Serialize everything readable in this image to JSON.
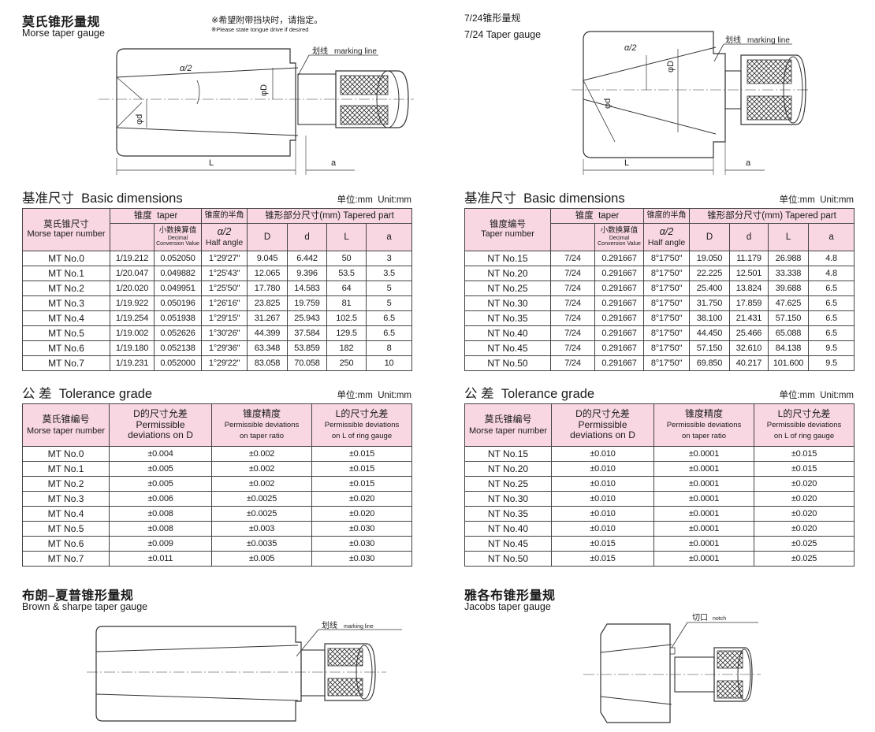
{
  "morse_gauge": {
    "title_zh": "莫氏锥形量规",
    "title_en": "Morse taper gauge",
    "note_zh": "※希望附带挡块时，请指定。",
    "note_en": "※Please state tongue drive if desired",
    "label_alpha": "α/2",
    "label_D": "φD",
    "label_d": "φd",
    "label_marking_zh": "划线",
    "label_marking_en": "marking line",
    "label_L": "L",
    "label_a": "a"
  },
  "taper724_gauge": {
    "title_zh": "7/24锥形量规",
    "title_en": "7/24 Taper gauge",
    "label_alpha": "α/2",
    "label_D": "φD",
    "label_d": "φd",
    "label_marking_zh": "划线",
    "label_marking_en": "marking line",
    "label_L": "L",
    "label_a": "a"
  },
  "brown_sharpe": {
    "title_zh": "布朗–夏普锥形量规",
    "title_en": "Brown & sharpe taper gauge",
    "label_marking_zh": "划线",
    "label_marking_en": "marking line"
  },
  "jacobs": {
    "title_zh": "雅各布锥形量规",
    "title_en": "Jacobs taper gauge",
    "label_notch_zh": "切口",
    "label_notch_en": "notch"
  },
  "basic_title_zh": "基准尺寸",
  "basic_title_en": "Basic dimensions",
  "tol_title_zh": "公 差",
  "tol_title_en": "Tolerance grade",
  "unit_zh": "单位:mm",
  "unit_en": "Unit:mm",
  "basic_headers": {
    "morse_number_zh": "莫氏锥尺寸",
    "morse_number_en": "Morse taper number",
    "taper_number_zh": "锥度编号",
    "taper_number_en": "Taper number",
    "taper_zh": "锥度",
    "taper_en": "taper",
    "decimal_zh": "小数换算值",
    "decimal_en1": "Decimal",
    "decimal_en2": "Conversion Value",
    "half_zh": "锥度的半角",
    "half_alpha": "α/2",
    "half_en": "Half angle",
    "tapered_zh": "锥形部分尺寸(mm)",
    "tapered_en": "Tapered part",
    "col_D": "D",
    "col_d": "d",
    "col_L": "L",
    "col_a": "a"
  },
  "tol_headers": {
    "number_zh": "莫氏锥编号",
    "number_en": "Morse taper number",
    "d_zh": "D的尺寸允差",
    "d_en1": "Permissible",
    "d_en2": "deviations on D",
    "ratio_zh": "锥度精度",
    "ratio_en1": "Permissible deviations",
    "ratio_en2": "on taper ratio",
    "l_zh": "L的尺寸允差",
    "l_en1": "Permissible deviations",
    "l_en2": "on L of ring gauge"
  },
  "morse_basic": [
    [
      "MT No.0",
      "1/19.212",
      "0.052050",
      "1°29'27\"",
      "9.045",
      "6.442",
      "50",
      "3"
    ],
    [
      "MT No.1",
      "1/20.047",
      "0.049882",
      "1°25'43\"",
      "12.065",
      "9.396",
      "53.5",
      "3.5"
    ],
    [
      "MT No.2",
      "1/20.020",
      "0.049951",
      "1°25'50\"",
      "17.780",
      "14.583",
      "64",
      "5"
    ],
    [
      "MT No.3",
      "1/19.922",
      "0.050196",
      "1°26'16\"",
      "23.825",
      "19.759",
      "81",
      "5"
    ],
    [
      "MT No.4",
      "1/19.254",
      "0.051938",
      "1°29'15\"",
      "31.267",
      "25.943",
      "102.5",
      "6.5"
    ],
    [
      "MT No.5",
      "1/19.002",
      "0.052626",
      "1°30'26\"",
      "44.399",
      "37.584",
      "129.5",
      "6.5"
    ],
    [
      "MT No.6",
      "1/19.180",
      "0.052138",
      "1°29'36\"",
      "63.348",
      "53.859",
      "182",
      "8"
    ],
    [
      "MT No.7",
      "1/19.231",
      "0.052000",
      "1°29'22\"",
      "83.058",
      "70.058",
      "250",
      "10"
    ]
  ],
  "nt_basic": [
    [
      "NT No.15",
      "7/24",
      "0.291667",
      "8°17'50\"",
      "19.050",
      "11.179",
      "26.988",
      "4.8"
    ],
    [
      "NT No.20",
      "7/24",
      "0.291667",
      "8°17'50\"",
      "22.225",
      "12.501",
      "33.338",
      "4.8"
    ],
    [
      "NT No.25",
      "7/24",
      "0.291667",
      "8°17'50\"",
      "25.400",
      "13.824",
      "39.688",
      "6.5"
    ],
    [
      "NT No.30",
      "7/24",
      "0.291667",
      "8°17'50\"",
      "31.750",
      "17.859",
      "47.625",
      "6.5"
    ],
    [
      "NT No.35",
      "7/24",
      "0.291667",
      "8°17'50\"",
      "38.100",
      "21.431",
      "57.150",
      "6.5"
    ],
    [
      "NT No.40",
      "7/24",
      "0.291667",
      "8°17'50\"",
      "44.450",
      "25.466",
      "65.088",
      "6.5"
    ],
    [
      "NT No.45",
      "7/24",
      "0.291667",
      "8°17'50\"",
      "57.150",
      "32.610",
      "84.138",
      "9.5"
    ],
    [
      "NT No.50",
      "7/24",
      "0.291667",
      "8°17'50\"",
      "69.850",
      "40.217",
      "101.600",
      "9.5"
    ]
  ],
  "morse_tol": [
    [
      "MT No.0",
      "±0.004",
      "±0.002",
      "±0.015"
    ],
    [
      "MT No.1",
      "±0.005",
      "±0.002",
      "±0.015"
    ],
    [
      "MT No.2",
      "±0.005",
      "±0.002",
      "±0.015"
    ],
    [
      "MT No.3",
      "±0.006",
      "±0.0025",
      "±0.020"
    ],
    [
      "MT No.4",
      "±0.008",
      "±0.0025",
      "±0.020"
    ],
    [
      "MT No.5",
      "±0.008",
      "±0.003",
      "±0.030"
    ],
    [
      "MT No.6",
      "±0.009",
      "±0.0035",
      "±0.030"
    ],
    [
      "MT No.7",
      "±0.011",
      "±0.005",
      "±0.030"
    ]
  ],
  "nt_tol": [
    [
      "NT No.15",
      "±0.010",
      "±0.0001",
      "±0.015"
    ],
    [
      "NT No.20",
      "±0.010",
      "±0.0001",
      "±0.015"
    ],
    [
      "NT No.25",
      "±0.010",
      "±0.0001",
      "±0.020"
    ],
    [
      "NT No.30",
      "±0.010",
      "±0.0001",
      "±0.020"
    ],
    [
      "NT No.35",
      "±0.010",
      "±0.0001",
      "±0.020"
    ],
    [
      "NT No.40",
      "±0.010",
      "±0.0001",
      "±0.020"
    ],
    [
      "NT No.45",
      "±0.015",
      "±0.0001",
      "±0.025"
    ],
    [
      "NT No.50",
      "±0.015",
      "±0.0001",
      "±0.025"
    ]
  ],
  "colors": {
    "header_fill": "#f8d7e3",
    "line": "#444444"
  }
}
